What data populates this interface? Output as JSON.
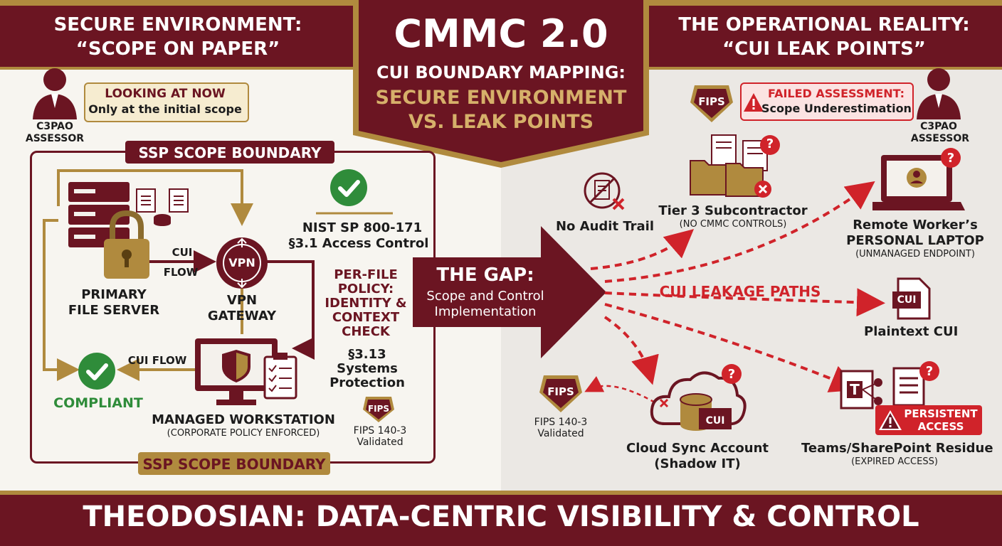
{
  "header": {
    "left_line1": "SECURE ENVIRONMENT:",
    "left_line2": "“SCOPE ON PAPER”",
    "center_title": "CMMC 2.0",
    "center_sub": "CUI BOUNDARY MAPPING:",
    "center_gold1": "SECURE ENVIRONMENT",
    "center_gold2": "VS. LEAK POINTS",
    "right_line1": "THE OPERATIONAL REALITY:",
    "right_line2": "“CUI LEAK POINTS”"
  },
  "left": {
    "assessor_bubble_line1": "LOOKING AT NOW",
    "assessor_bubble_line2": "Only at the initial scope",
    "assessor_label_line1": "C3PAO",
    "assessor_label_line2": "ASSESSOR",
    "ssp_top": "SSP SCOPE BOUNDARY",
    "ssp_bottom": "SSP SCOPE BOUNDARY",
    "server_line1": "PRIMARY",
    "server_line2": "FILE SERVER",
    "cui_label": "CUI",
    "flow_label": "FLOW",
    "vpn_icon_text": "VPN",
    "vpn_line1": "VPN",
    "vpn_line2": "GATEWAY",
    "nist_line1": "NIST SP 800-171",
    "nist_line2": "§3.1 Access Control",
    "perfile_line1": "PER-FILE",
    "perfile_line2": "POLICY:",
    "perfile_line3": "IDENTITY &",
    "perfile_line4": "CONTEXT",
    "perfile_line5": "CHECK",
    "s313_line1": "§3.13",
    "s313_line2": "Systems",
    "s313_line3": "Protection",
    "fips_badge": "FIPS",
    "fips_line1": "FIPS 140-3",
    "fips_line2": "Validated",
    "cui_flow": "CUI FLOW",
    "compliant": "COMPLIANT",
    "workstation_line1": "MANAGED WORKSTATION",
    "workstation_line2": "(CORPORATE POLICY ENFORCED)"
  },
  "gap": {
    "line1": "THE GAP:",
    "line2": "Scope and Control",
    "line3": "Implementation"
  },
  "right": {
    "fips_badge": "FIPS",
    "failed_line1": "FAILED ASSESSMENT:",
    "failed_line2": "Scope Underestimation",
    "assessor_label_line1": "C3PAO",
    "assessor_label_line2": "ASSESSOR",
    "no_audit": "No Audit Trail",
    "tier3_line1": "Tier 3 Subcontractor",
    "tier3_line2": "(NO CMMC CONTROLS)",
    "laptop_line1": "Remote Worker’s",
    "laptop_line2": "PERSONAL LAPTOP",
    "laptop_line3": "(UNMANAGED ENDPOINT)",
    "leakage": "CUI LEAKAGE PATHS",
    "plaintext_icon": "CUI",
    "plaintext": "Plaintext CUI",
    "fips_line1": "FIPS 140-3",
    "fips_line2": "Validated",
    "cloud_icon": "CUI",
    "cloud_line1": "Cloud Sync Account",
    "cloud_line2": "(Shadow IT)",
    "persistent_line1": "PERSISTENT",
    "persistent_line2": "ACCESS",
    "teams_line1": "Teams/SharePoint Residue",
    "teams_line2": "(EXPIRED ACCESS)"
  },
  "footer": {
    "text": "THEODOSIAN: DATA-CENTRIC VISIBILITY & CONTROL"
  },
  "colors": {
    "maroon": "#6b1522",
    "gold": "#b08a3e",
    "red": "#d0232a",
    "green": "#2f8c3a",
    "cream": "#f4f1ec"
  }
}
